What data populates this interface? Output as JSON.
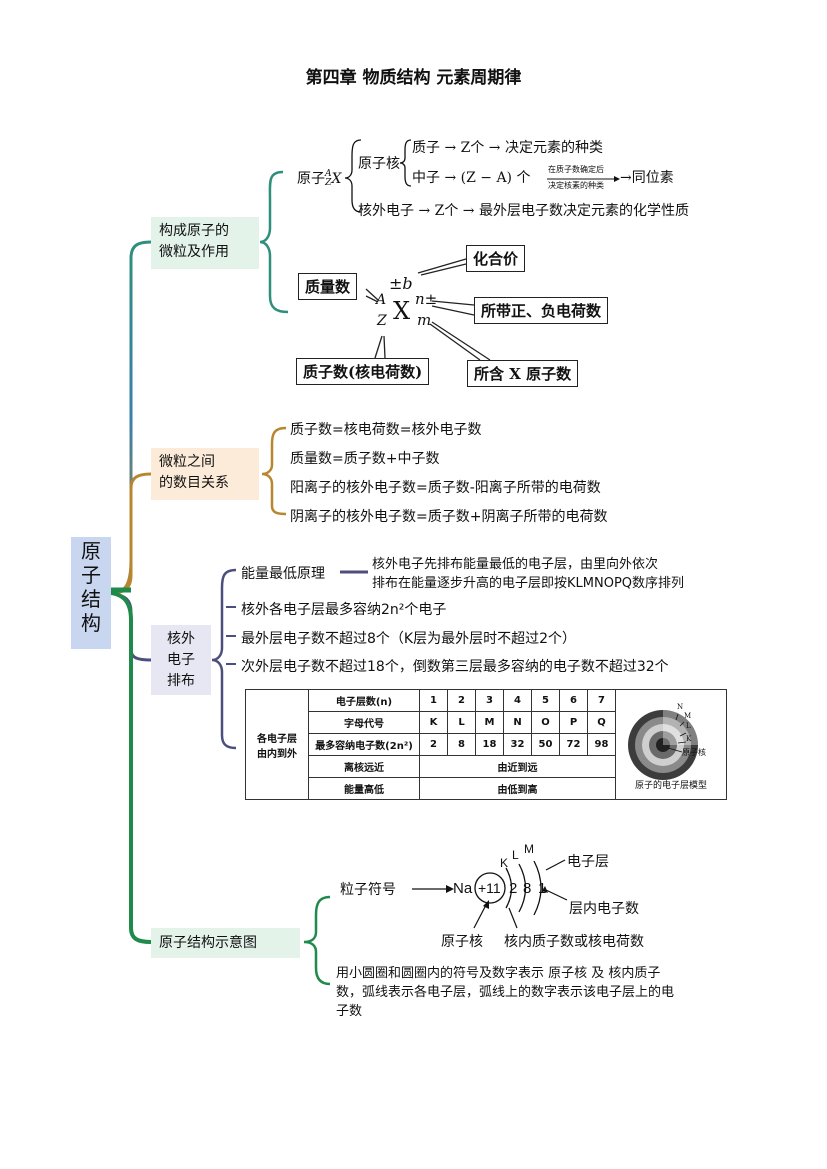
{
  "title": "第四章 物质结构 元素周期律",
  "root": [
    "原",
    "子",
    "结",
    "构"
  ],
  "branches": {
    "b1": [
      "构成原子的",
      "微粒及作用"
    ],
    "b2": [
      "微粒之间",
      "的数目关系"
    ],
    "b3": [
      "核外",
      "电子",
      "排布"
    ],
    "b4": "原子结构示意图"
  },
  "atom": {
    "lead": "原子",
    "sup": "A",
    "sub": "Z",
    "symbol": "X",
    "nucleus": "原子核",
    "proton_line": "质子 → Z个 → 决定元素的种类",
    "neutron_pre": "中子 → (Z − A) 个",
    "neutron_above": "在质子数确定后",
    "neutron_below": "决定核素的种类",
    "neutron_post": "→同位素",
    "electron_line": "核外电子 → Z个 → 最外层电子数决定元素的化学性质"
  },
  "symbol_diagram": {
    "mass_number": "质量数",
    "valence": "化合价",
    "charge": "所带正、负电荷数",
    "proton_number": "质子数(核电荷数)",
    "atom_count": "所含 X 原子数",
    "pm_b": "±b",
    "A": "A",
    "Z": "Z",
    "X": "X",
    "n_pm": "n±",
    "m": "m"
  },
  "relations": [
    "质子数=核电荷数=核外电子数",
    "质量数=质子数+中子数",
    "阳离子的核外电子数=质子数-阳离子所带的电荷数",
    "阴离子的核外电子数=质子数+阴离子所带的电荷数"
  ],
  "arrangement": {
    "energy_principle": "能量最低原理",
    "energy_desc": [
      "核外电子先排布能量最低的电子层，由里向外依次",
      "排布在能量逐步升高的电子层即按KLMNOPQ数序排列"
    ],
    "rule1": "核外各电子层最多容纳2n²个电子",
    "rule2": "最外层电子数不超过8个（K层为最外层时不超过2个）",
    "rule3": "次外层电子数不超过18个，倒数第三层最多容纳的电子数不超过32个"
  },
  "shell_table": {
    "side_label": [
      "各电子层",
      "由内到外"
    ],
    "rows": [
      {
        "head": "电子层数(n)",
        "cells": [
          "1",
          "2",
          "3",
          "4",
          "5",
          "6",
          "7"
        ]
      },
      {
        "head": "字母代号",
        "cells": [
          "K",
          "L",
          "M",
          "N",
          "O",
          "P",
          "Q"
        ]
      },
      {
        "head": "最多容纳电子数(2n²)",
        "cells": [
          "2",
          "8",
          "18",
          "32",
          "50",
          "72",
          "98"
        ]
      }
    ],
    "distance_head": "离核远近",
    "distance_value": "由近到远",
    "energy_head": "能量高低",
    "energy_value": "由低到高",
    "model_caption": "原子的电子层模型",
    "model_labels": [
      "N",
      "M",
      "L",
      "K",
      "原子核"
    ]
  },
  "schematic": {
    "particle_symbol": "粒子符号",
    "na": "Na",
    "nucleus_charge": "+11",
    "electrons": [
      "2",
      "8",
      "1"
    ],
    "shells": [
      "K",
      "L",
      "M"
    ],
    "layer": "电子层",
    "layer_count": "层内电子数",
    "nucleus": "原子核",
    "nuclear_charge": "核内质子数或核电荷数",
    "desc": [
      "用小圆圈和圆圈内的符号及数字表示  原子核  及  核内质子",
      "数，弧线表示各电子层，弧线上的数字表示该电子层上的电",
      "子数"
    ]
  },
  "colors": {
    "branch1": "#2f8f7d",
    "branch2": "#b8862f",
    "branch3": "#4c4f7e",
    "branch4": "#1f8a4a",
    "root_bg": "#c9d6f0"
  }
}
